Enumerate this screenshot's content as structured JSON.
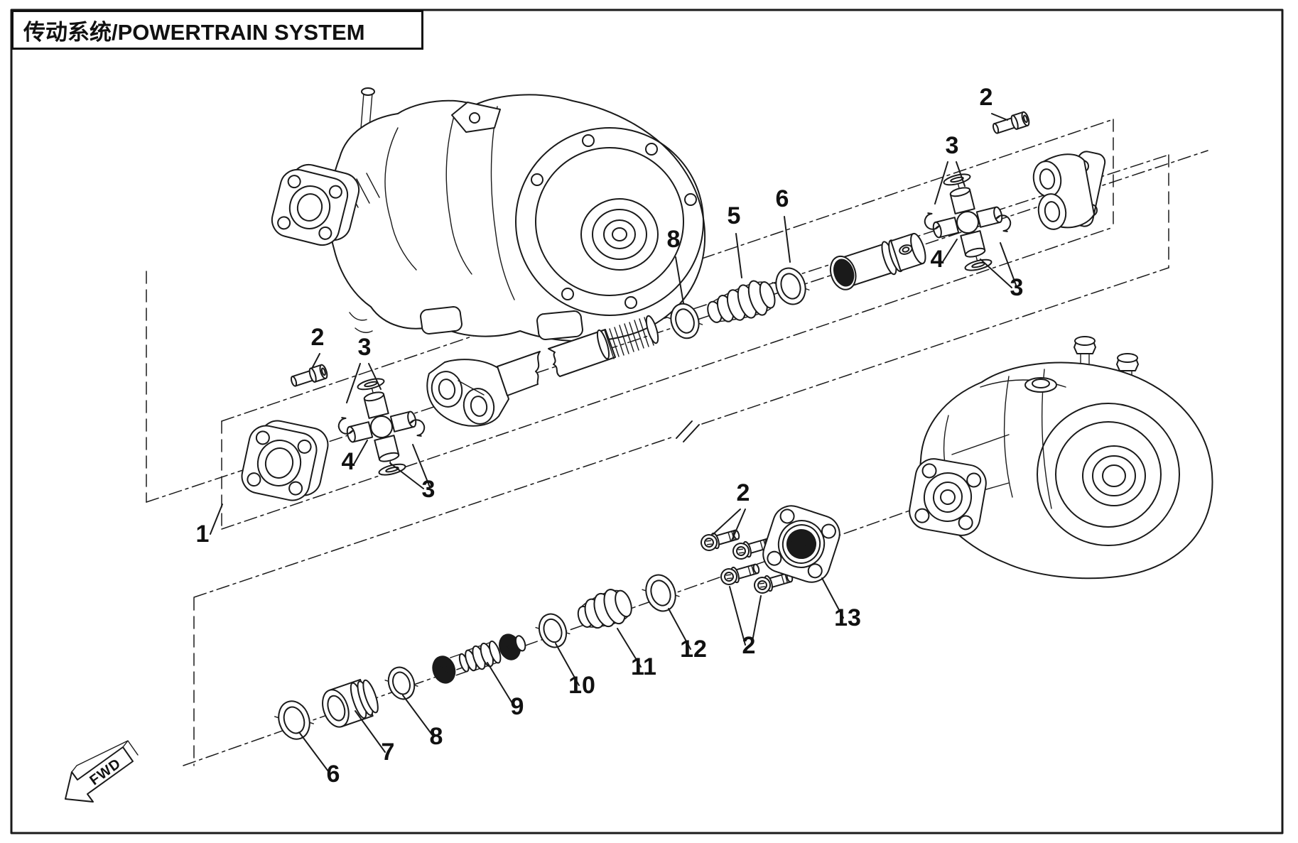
{
  "title": "传动系统/POWERTRAIN SYSTEM",
  "fwd_label": "FWD",
  "colors": {
    "line": "#1a1a1a",
    "background": "#ffffff"
  },
  "callouts": [
    {
      "label": "1"
    },
    {
      "label": "2"
    },
    {
      "label": "3"
    },
    {
      "label": "4"
    },
    {
      "label": "3"
    },
    {
      "label": "2"
    },
    {
      "label": "3"
    },
    {
      "label": "4"
    },
    {
      "label": "3"
    },
    {
      "label": "8"
    },
    {
      "label": "5"
    },
    {
      "label": "6"
    },
    {
      "label": "2"
    },
    {
      "label": "13"
    },
    {
      "label": "2"
    },
    {
      "label": "12"
    },
    {
      "label": "11"
    },
    {
      "label": "10"
    },
    {
      "label": "9"
    },
    {
      "label": "8"
    },
    {
      "label": "7"
    },
    {
      "label": "6"
    }
  ]
}
